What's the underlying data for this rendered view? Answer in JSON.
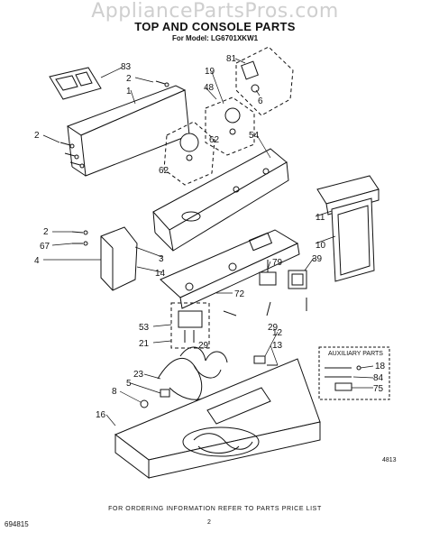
{
  "watermark": "AppliancePartsPros.com",
  "title": "TOP AND CONSOLE PARTS",
  "model_line": "For Model: LG6701XKW1",
  "footer": {
    "order_note": "FOR ORDERING INFORMATION REFER TO PARTS PRICE LIST",
    "page": "2",
    "doc_number": "694815"
  },
  "figure_number": "4813",
  "auxiliary": {
    "title": "AUXILIARY PARTS",
    "labels": [
      "18",
      "84",
      "75"
    ]
  },
  "callouts": [
    "83",
    "2",
    "1",
    "2",
    "81",
    "19",
    "48",
    "6",
    "62",
    "62",
    "54",
    "11",
    "2",
    "67",
    "4",
    "3",
    "14",
    "10",
    "39",
    "79",
    "72",
    "53",
    "21",
    "29",
    "29",
    "12",
    "13",
    "23",
    "5",
    "8",
    "16"
  ]
}
